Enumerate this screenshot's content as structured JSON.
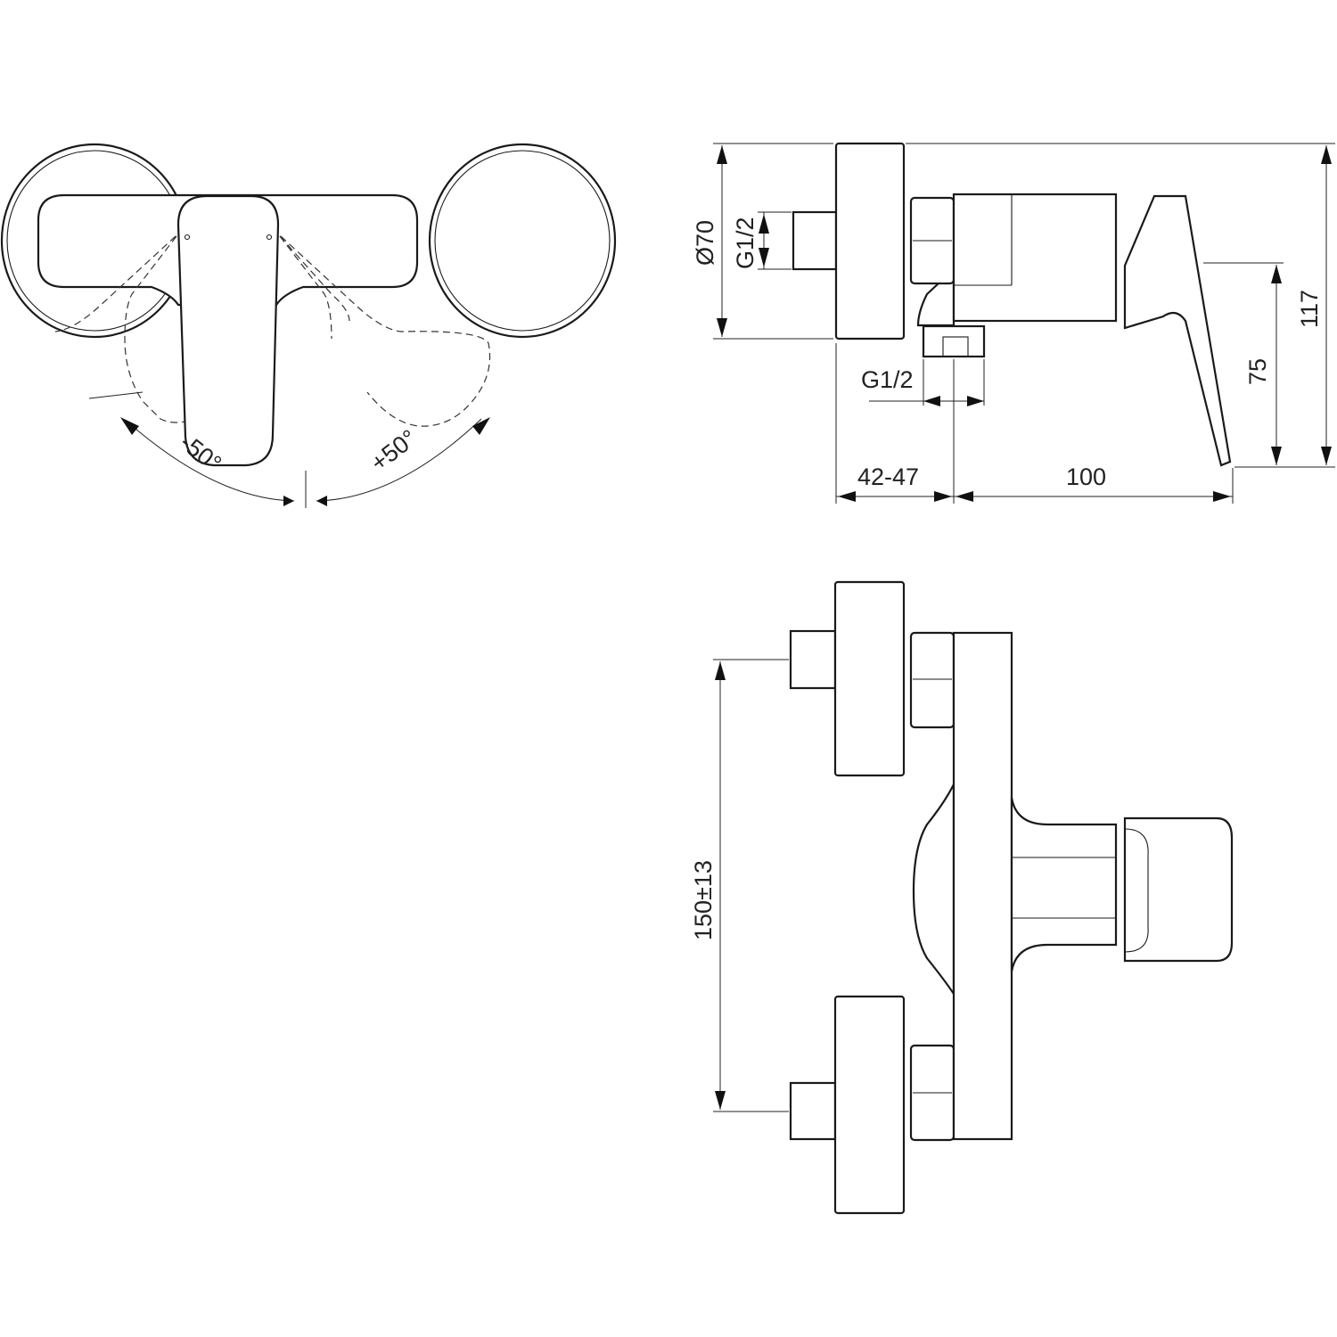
{
  "dimensions": {
    "rotation_left": "-50°",
    "rotation_right": "+50°",
    "flange_diameter": "Ø70",
    "inlet_thread": "G1/2",
    "outlet_thread": "G1/2",
    "wall_offset": "42-47",
    "projection": "100",
    "handle_height": "75",
    "total_height": "117",
    "inlet_spacing": "150±13"
  },
  "colors": {
    "line": "#1a1a1a",
    "background": "#ffffff"
  }
}
